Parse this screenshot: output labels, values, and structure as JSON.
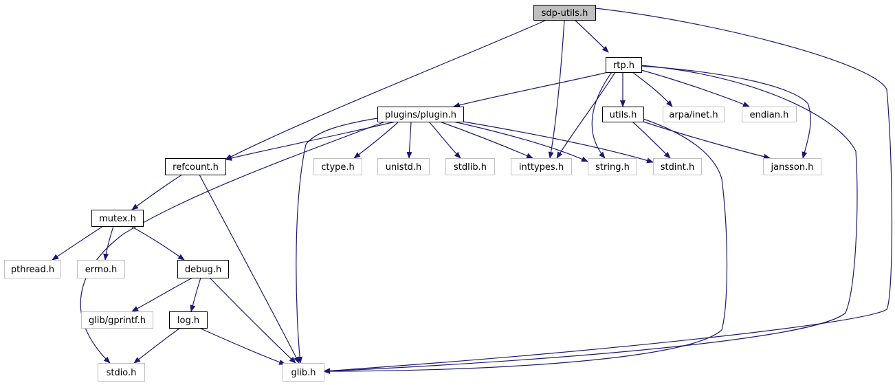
{
  "colors": {
    "edge": "#191970",
    "root_fill": "#bfbfbf",
    "documented_border": "#000000",
    "external_border": "#bfbfbf",
    "text": "#000000",
    "background": "#ffffff"
  },
  "nodes": [
    {
      "id": "sdp_utils",
      "label": "sdp-utils.h",
      "kind": "root"
    },
    {
      "id": "rtp",
      "label": "rtp.h",
      "kind": "documented"
    },
    {
      "id": "plugin",
      "label": "plugins/plugin.h",
      "kind": "documented"
    },
    {
      "id": "utils",
      "label": "utils.h",
      "kind": "documented"
    },
    {
      "id": "arpa_inet",
      "label": "arpa/inet.h",
      "kind": "external"
    },
    {
      "id": "endian",
      "label": "endian.h",
      "kind": "external"
    },
    {
      "id": "refcount",
      "label": "refcount.h",
      "kind": "documented"
    },
    {
      "id": "ctype",
      "label": "ctype.h",
      "kind": "external"
    },
    {
      "id": "unistd",
      "label": "unistd.h",
      "kind": "external"
    },
    {
      "id": "stdlib",
      "label": "stdlib.h",
      "kind": "external"
    },
    {
      "id": "inttypes",
      "label": "inttypes.h",
      "kind": "external"
    },
    {
      "id": "string",
      "label": "string.h",
      "kind": "external"
    },
    {
      "id": "stdint",
      "label": "stdint.h",
      "kind": "external"
    },
    {
      "id": "jansson",
      "label": "jansson.h",
      "kind": "external"
    },
    {
      "id": "mutex",
      "label": "mutex.h",
      "kind": "documented"
    },
    {
      "id": "pthread",
      "label": "pthread.h",
      "kind": "external"
    },
    {
      "id": "errno",
      "label": "errno.h",
      "kind": "external"
    },
    {
      "id": "debug",
      "label": "debug.h",
      "kind": "documented"
    },
    {
      "id": "glib_gprintf",
      "label": "glib/gprintf.h",
      "kind": "external"
    },
    {
      "id": "log",
      "label": "log.h",
      "kind": "documented"
    },
    {
      "id": "stdio",
      "label": "stdio.h",
      "kind": "external"
    },
    {
      "id": "glib",
      "label": "glib.h",
      "kind": "external"
    }
  ],
  "edges": [
    {
      "from": "sdp_utils",
      "to": "rtp"
    },
    {
      "from": "sdp_utils",
      "to": "refcount"
    },
    {
      "from": "sdp_utils",
      "to": "inttypes"
    },
    {
      "from": "sdp_utils",
      "to": "glib"
    },
    {
      "from": "rtp",
      "to": "plugin"
    },
    {
      "from": "rtp",
      "to": "utils"
    },
    {
      "from": "rtp",
      "to": "arpa_inet"
    },
    {
      "from": "rtp",
      "to": "endian"
    },
    {
      "from": "rtp",
      "to": "inttypes"
    },
    {
      "from": "rtp",
      "to": "string"
    },
    {
      "from": "rtp",
      "to": "jansson"
    },
    {
      "from": "rtp",
      "to": "glib"
    },
    {
      "from": "plugin",
      "to": "refcount"
    },
    {
      "from": "plugin",
      "to": "ctype"
    },
    {
      "from": "plugin",
      "to": "unistd"
    },
    {
      "from": "plugin",
      "to": "stdlib"
    },
    {
      "from": "plugin",
      "to": "inttypes"
    },
    {
      "from": "plugin",
      "to": "string"
    },
    {
      "from": "plugin",
      "to": "stdint"
    },
    {
      "from": "plugin",
      "to": "stdio"
    },
    {
      "from": "plugin",
      "to": "glib"
    },
    {
      "from": "utils",
      "to": "stdint"
    },
    {
      "from": "utils",
      "to": "jansson"
    },
    {
      "from": "utils",
      "to": "glib"
    },
    {
      "from": "refcount",
      "to": "mutex"
    },
    {
      "from": "refcount",
      "to": "glib"
    },
    {
      "from": "mutex",
      "to": "pthread"
    },
    {
      "from": "mutex",
      "to": "errno"
    },
    {
      "from": "mutex",
      "to": "debug"
    },
    {
      "from": "debug",
      "to": "glib_gprintf"
    },
    {
      "from": "debug",
      "to": "log"
    },
    {
      "from": "debug",
      "to": "glib"
    },
    {
      "from": "log",
      "to": "stdio"
    },
    {
      "from": "log",
      "to": "glib"
    }
  ]
}
